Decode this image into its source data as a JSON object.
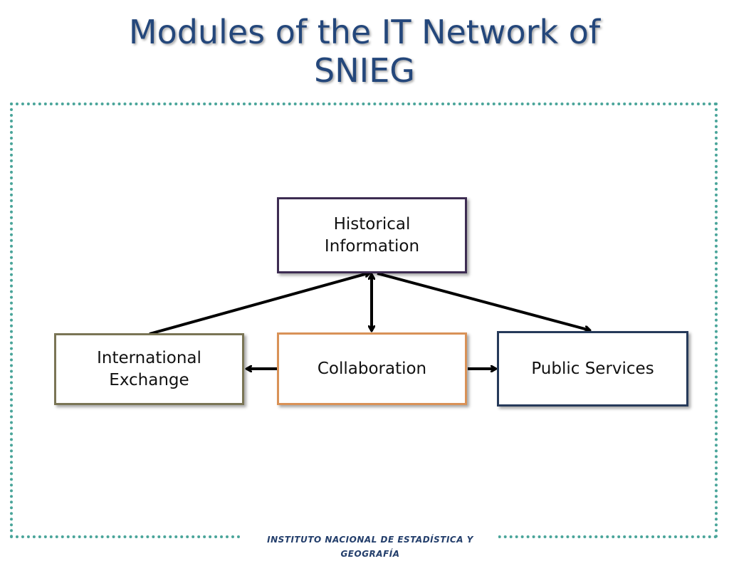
{
  "title": {
    "line1": "Modules of the IT Network of",
    "line2": "SNIEG"
  },
  "diagram": {
    "nodes": {
      "historical": {
        "line1": "Historical",
        "line2": "Information"
      },
      "international": {
        "line1": "International",
        "line2": "Exchange"
      },
      "collaboration": {
        "label": "Collaboration"
      },
      "public_services": {
        "label": "Public Services"
      }
    },
    "edges": [
      {
        "from": "international",
        "to": "historical",
        "direction": "to"
      },
      {
        "from": "collaboration",
        "to": "historical",
        "direction": "both"
      },
      {
        "from": "historical",
        "to": "public_services",
        "direction": "to"
      },
      {
        "from": "collaboration",
        "to": "international",
        "direction": "to"
      },
      {
        "from": "collaboration",
        "to": "public_services",
        "direction": "to"
      }
    ]
  },
  "footer": {
    "logo_text": "INSTITUTO NACIONAL DE ESTADÍSTICA Y GEOGRAFÍA"
  },
  "colors": {
    "title": "#24477b",
    "frame_dots": "#4aa59a",
    "historical_border": "#3d2c52",
    "international_border": "#7a7555",
    "collaboration_border": "#d99257",
    "public_services_border": "#263a5a",
    "arrows": "#000000"
  }
}
